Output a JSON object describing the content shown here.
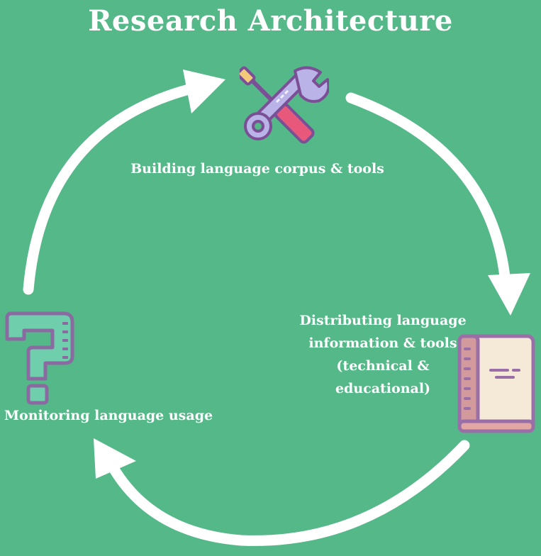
{
  "title": "Research Architecture",
  "steps": [
    {
      "label": "Building language corpus & tools",
      "icon": "wrench-screwdriver-icon"
    },
    {
      "label_lines": [
        "Distributing language",
        "information & tools",
        "(technical &",
        "educational)"
      ],
      "icon": "book-icon"
    },
    {
      "label": "Monitoring language usage",
      "icon": "question-mark-icon"
    }
  ],
  "colors": {
    "background": "#55b889",
    "arrows": "#ffffff",
    "text": "#ffffff"
  }
}
